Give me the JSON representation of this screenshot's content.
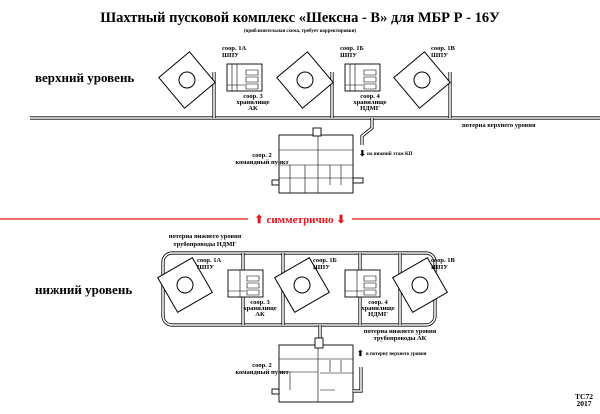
{
  "title": "Шахтный пусковой комплекс «Шексна - В» для МБР Р - 16У",
  "subtitle": "(приблизительная схема, требует корректировки)",
  "upper": {
    "level_label": "верхний уровень",
    "silo_1a": [
      "соор. 1А",
      "ШПУ"
    ],
    "silo_1b": [
      "соор. 1Б",
      "ШПУ"
    ],
    "silo_1v": [
      "соор. 1В",
      "ШПУ"
    ],
    "storage_3": [
      "соор. 3",
      "хранилище",
      "АК"
    ],
    "storage_4": [
      "соор. 4",
      "хранилище",
      "НДМГ"
    ],
    "tunnel_label": "потерна верхнего уровня",
    "command_post": [
      "соор. 2",
      "командный пункт"
    ],
    "arrow_note": "на нижний этаж КП"
  },
  "divider": {
    "label": "симметрично",
    "color": "#e8141c"
  },
  "lower": {
    "level_label": "нижний уровень",
    "tunnel_ndmg": [
      "потерна нижнего уровня",
      "трубопроводы НДМГ"
    ],
    "silo_1a": [
      "соор. 1А",
      "ШПУ"
    ],
    "silo_1b": [
      "соор. 1Б",
      "ШПУ"
    ],
    "silo_1v": [
      "соор. 1В",
      "ШПУ"
    ],
    "storage_3": [
      "соор. 3",
      "хранилище",
      "АК"
    ],
    "storage_4": [
      "соор. 4",
      "хранилище",
      "НДМГ"
    ],
    "tunnel_ak": [
      "потерна нижнего уровня",
      "трубопроводы АК"
    ],
    "command_post": [
      "соор. 2",
      "командный пункт"
    ],
    "arrow_note": "в потерну верхнего уровня"
  },
  "signature": [
    "TC72",
    "2017"
  ]
}
